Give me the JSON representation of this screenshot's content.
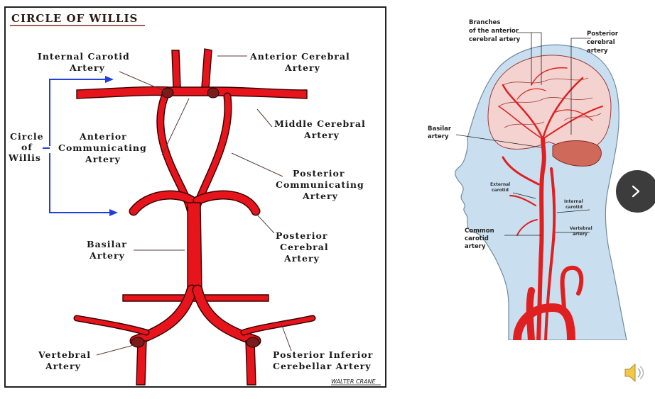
{
  "left": {
    "title": "CIRCLE OF WILLIS",
    "labels": {
      "internal_carotid_1": "Internal Carotid",
      "internal_carotid_2": "Artery",
      "anterior_cerebral_1": "Anterior Cerebral",
      "anterior_cerebral_2": "Artery",
      "circle_1": "Circle",
      "circle_2": "of",
      "circle_3": "Willis",
      "anterior_comm_1": "Anterior",
      "anterior_comm_2": "Communicating",
      "anterior_comm_3": "Artery",
      "middle_cerebral_1": "Middle Cerebral",
      "middle_cerebral_2": "Artery",
      "posterior_comm_1": "Posterior",
      "posterior_comm_2": "Communicating",
      "posterior_comm_3": "Artery",
      "basilar_1": "Basilar",
      "basilar_2": "Artery",
      "posterior_cerebral_1": "Posterior",
      "posterior_cerebral_2": "Cerebral",
      "posterior_cerebral_3": "Artery",
      "vertebral_1": "Vertebral",
      "vertebral_2": "Artery",
      "pica_1": "Posterior Inferior",
      "pica_2": "Cerebellar Artery"
    },
    "signature": "WALTER CRANE",
    "colors": {
      "vessel": "#e8141b",
      "pointer_blue": "#1f3fe0",
      "border": "#222222"
    }
  },
  "right": {
    "labels": {
      "branches_1": "Branches",
      "branches_2": "of the anterior",
      "branches_3": "cerebral artery",
      "posterior_1": "Posterior",
      "posterior_2": "cerebral",
      "posterior_3": "artery",
      "basilar_1": "Basilar",
      "basilar_2": "artery",
      "external_1": "External",
      "external_2": "carotid",
      "internal_1": "Internal",
      "internal_2": "carotid",
      "vertebral_1": "Vertebral",
      "vertebral_2": "artery",
      "common_1": "Common",
      "common_2": "carotid",
      "common_3": "artery"
    },
    "colors": {
      "head": "#c9dff0",
      "brain": "#f3d2cf",
      "artery": "#e02020"
    }
  },
  "controls": {
    "next_icon": "chevron-right-icon",
    "audio_icon": "speaker-icon"
  }
}
